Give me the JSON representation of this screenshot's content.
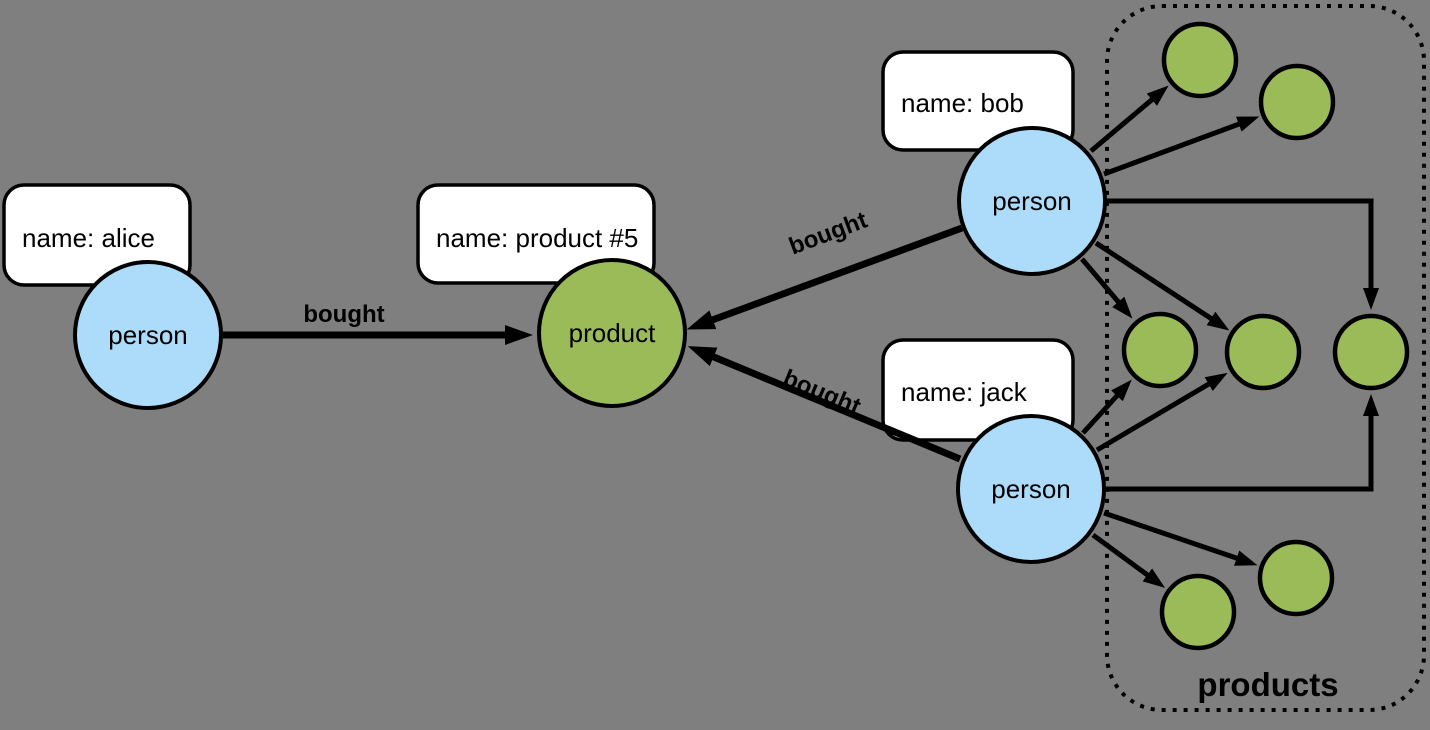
{
  "colors": {
    "background": "#7f7f7f",
    "person_fill": "#addcfa",
    "product_fill": "#9bbb59",
    "box_fill": "#ffffff",
    "line": "#000000"
  },
  "group": {
    "label": "products"
  },
  "nodes": {
    "alice": {
      "type_label": "person",
      "property": "name: alice"
    },
    "product5": {
      "type_label": "product",
      "property": "name: product #5"
    },
    "bob": {
      "type_label": "person",
      "property": "name: bob"
    },
    "jack": {
      "type_label": "person",
      "property": "name: jack"
    }
  },
  "edge_labels": {
    "alice_bought": "bought",
    "bob_bought": "bought",
    "jack_bought": "bought"
  }
}
